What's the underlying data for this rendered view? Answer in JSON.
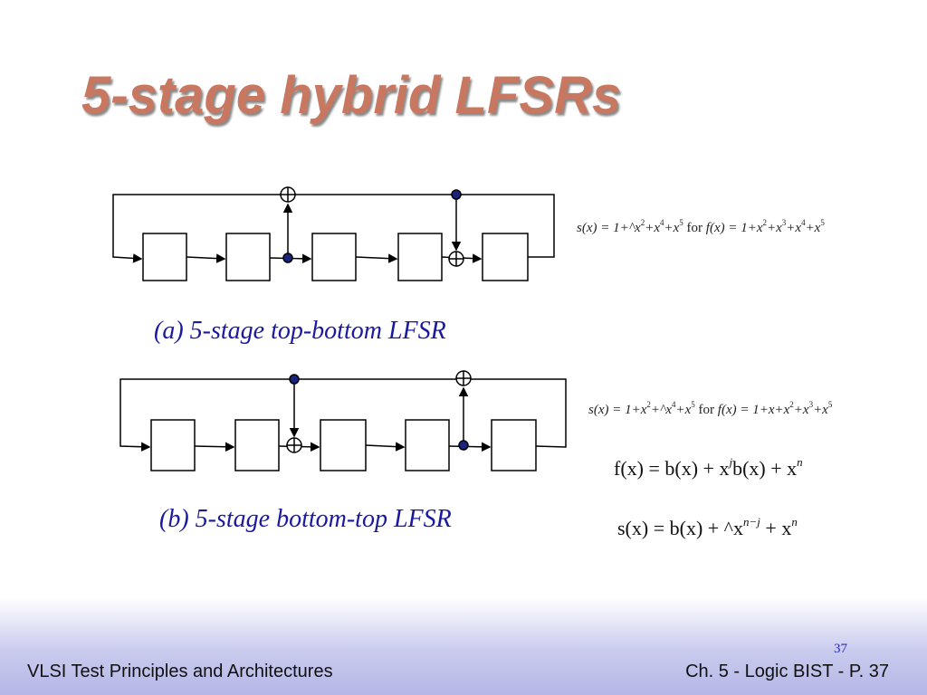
{
  "slide": {
    "title": "5-stage hybrid LFSRs",
    "caption_a": "(a) 5-stage top-bottom LFSR",
    "caption_b": "(b) 5-stage bottom-top LFSR",
    "eq_a": {
      "s_lhs": "s(x) = 1+^x",
      "s_terms": [
        "2",
        "4",
        "5"
      ],
      "for": "for",
      "f_lhs": "f(x) = 1+x",
      "f_terms": [
        "2",
        "3",
        "4",
        "5"
      ]
    },
    "eq_b": {
      "s_lhs": "s(x) = 1+x",
      "s_terms": [
        "2",
        "4",
        "5"
      ],
      "for": "for",
      "f_lhs": "f(x) = 1+x+x",
      "f_terms": [
        "2",
        "3",
        "5"
      ]
    },
    "formula_f": {
      "lhs": "f(x) = b(x) + x",
      "sup1": "j",
      "mid": "b(x) + x",
      "sup2": "n"
    },
    "formula_s": {
      "lhs": "s(x) = b(x) + ^x",
      "sup1": "n−j",
      "mid": " + x",
      "sup2": "n"
    }
  },
  "footer": {
    "left": "VLSI Test Principles and Architectures",
    "right": "Ch. 5 - Logic BIST - P. 37",
    "page_number": "37"
  }
}
